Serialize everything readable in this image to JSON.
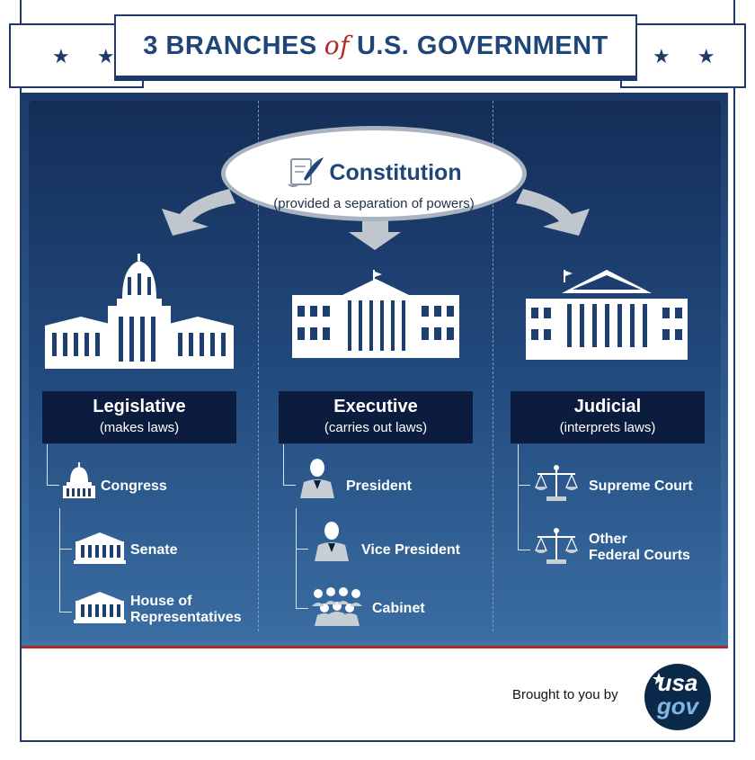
{
  "header": {
    "title_left": "3 BRANCHES",
    "title_of": "of",
    "title_right": "U.S. GOVERNMENT",
    "stars_left": "★ ★",
    "stars_right": "★ ★"
  },
  "constitution": {
    "title": "Constitution",
    "subtitle": "(provided a separation of powers)"
  },
  "branches": [
    {
      "name": "Legislative",
      "sub": "(makes laws)",
      "items": [
        "Congress",
        "Senate",
        "House of",
        "Representatives"
      ]
    },
    {
      "name": "Executive",
      "sub": "(carries out laws)",
      "items": [
        "President",
        "Vice President",
        "Cabinet"
      ]
    },
    {
      "name": "Judicial",
      "sub": "(interprets laws)",
      "items": [
        "Supreme Court",
        "Other",
        "Federal Courts"
      ]
    }
  ],
  "footer": {
    "brought": "Brought to you by",
    "logo_top": "usa",
    "logo_bottom": "gov"
  },
  "colors": {
    "navy": "#1f3a68",
    "accent_red": "#b02a2a",
    "box_dark": "#0b1c3e"
  }
}
